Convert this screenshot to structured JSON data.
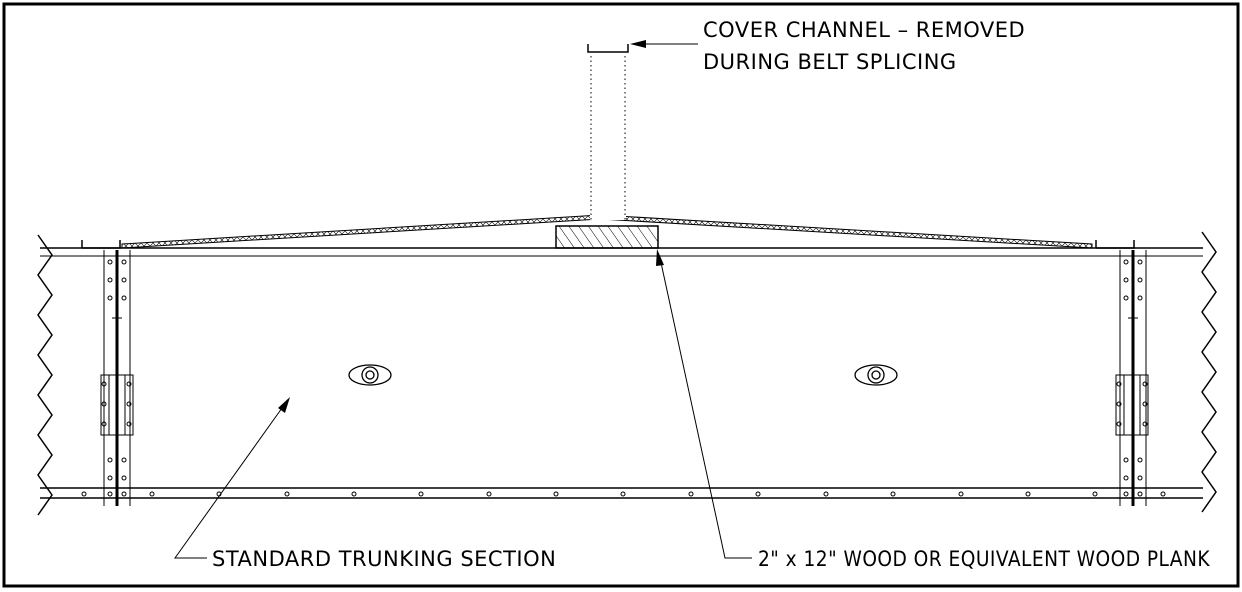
{
  "labels": {
    "cover_channel_line1": "COVER CHANNEL – REMOVED",
    "cover_channel_line2": "DURING BELT SPLICING",
    "standard_section": "STANDARD TRUNKING SECTION",
    "wood_plank": "2\" x 12\" WOOD OR EQUIVALENT WOOD PLANK"
  }
}
